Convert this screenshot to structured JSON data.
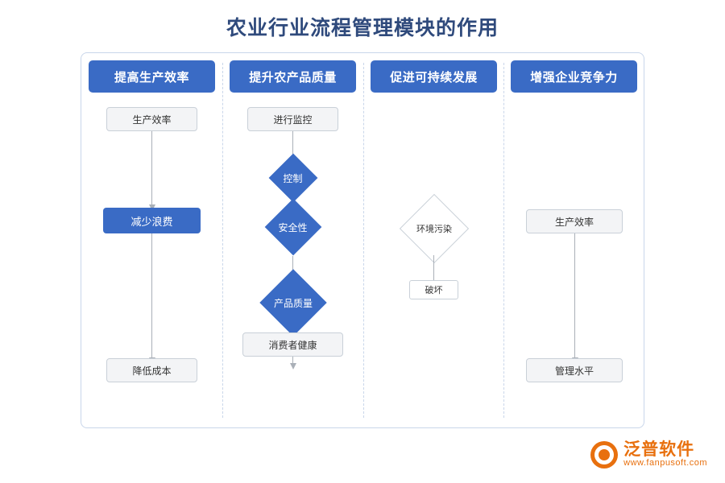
{
  "page": {
    "title": "农业行业流程管理模块的作用"
  },
  "board": {
    "columns": [
      {
        "header": "提高生产效率",
        "nodes": [
          {
            "id": "c1n1",
            "type": "box",
            "label": "生产效率"
          },
          {
            "id": "c1n2",
            "type": "box-blue",
            "label": "减少浪费"
          },
          {
            "id": "c1n3",
            "type": "box",
            "label": "降低成本"
          }
        ]
      },
      {
        "header": "提升农产品质量",
        "nodes": [
          {
            "id": "c2n1",
            "type": "box",
            "label": "进行监控"
          },
          {
            "id": "c2n2",
            "type": "diamond-blue",
            "label": "控制"
          },
          {
            "id": "c2n3",
            "type": "diamond-blue",
            "label": "安全性"
          },
          {
            "id": "c2n4",
            "type": "diamond-blue",
            "label": "产品质量"
          },
          {
            "id": "c2n5",
            "type": "box",
            "label": "消费者健康"
          }
        ]
      },
      {
        "header": "促进可持续发展",
        "nodes": [
          {
            "id": "c3n1",
            "type": "diamond-white",
            "label": "环境污染"
          },
          {
            "id": "c3n2",
            "type": "box-white",
            "label": "破坏"
          }
        ]
      },
      {
        "header": "增强企业竞争力",
        "nodes": [
          {
            "id": "c4n1",
            "type": "box",
            "label": "生产效率"
          },
          {
            "id": "c4n2",
            "type": "box",
            "label": "管理水平"
          }
        ]
      }
    ]
  },
  "logo": {
    "name_cn": "泛普软件",
    "name_en": "www.fanpusoft.com"
  },
  "colors": {
    "accent": "#3a6bc5",
    "title": "#2f4a7c",
    "border": "#c9d6ea",
    "node_fill": "#f3f4f6",
    "connector": "#aab0b8",
    "logo": "#e8700e"
  }
}
